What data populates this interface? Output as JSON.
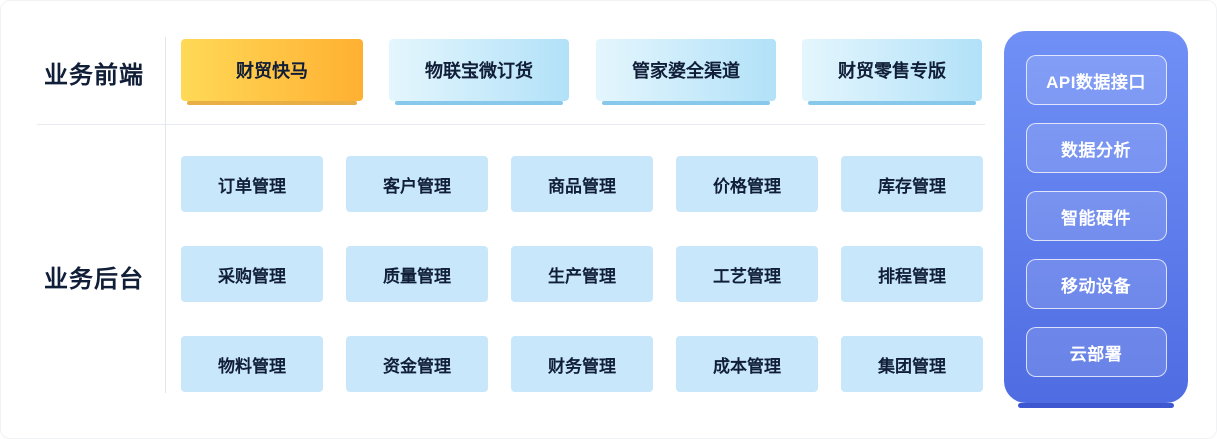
{
  "sections": {
    "frontend_label": "业务前端",
    "backend_label": "业务后台"
  },
  "frontend": {
    "products": [
      "财贸快马",
      "物联宝微订货",
      "管家婆全渠道",
      "财贸零售专版"
    ]
  },
  "backend": {
    "modules": [
      [
        "订单管理",
        "客户管理",
        "商品管理",
        "价格管理",
        "库存管理"
      ],
      [
        "采购管理",
        "质量管理",
        "生产管理",
        "工艺管理",
        "排程管理"
      ],
      [
        "物料管理",
        "资金管理",
        "财务管理",
        "成本管理",
        "集团管理"
      ]
    ]
  },
  "platform": {
    "items": [
      "API数据接口",
      "数据分析",
      "智能硬件",
      "移动设备",
      "云部署"
    ]
  },
  "colors": {
    "text_navy": "#101e38",
    "orange_start": "#ffd957",
    "orange_end": "#ffb032",
    "orange_shadow": "#e9ae45",
    "blue_start": "#e4f6fd",
    "blue_end": "#b2e1f8",
    "blue_shadow": "#88c8ea",
    "tile_blue": "#c9e7fb",
    "panel_start": "#7090f6",
    "panel_end": "#4f6ce2",
    "panel_shadow": "#3c57cf"
  }
}
